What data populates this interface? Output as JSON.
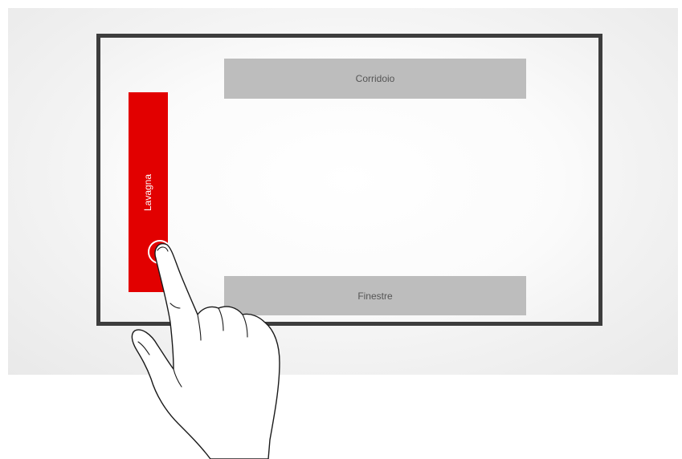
{
  "zones": {
    "corridor_label": "Corridoio",
    "windows_label": "Finestre",
    "board_label": "Lavagna"
  },
  "colors": {
    "board_accent": "#e20000",
    "zone_fill": "#bdbdbd",
    "frame": "#3d3d3d"
  },
  "icons": {
    "pointer": "hand-pointer-icon",
    "touch": "touch-indicator-icon"
  }
}
